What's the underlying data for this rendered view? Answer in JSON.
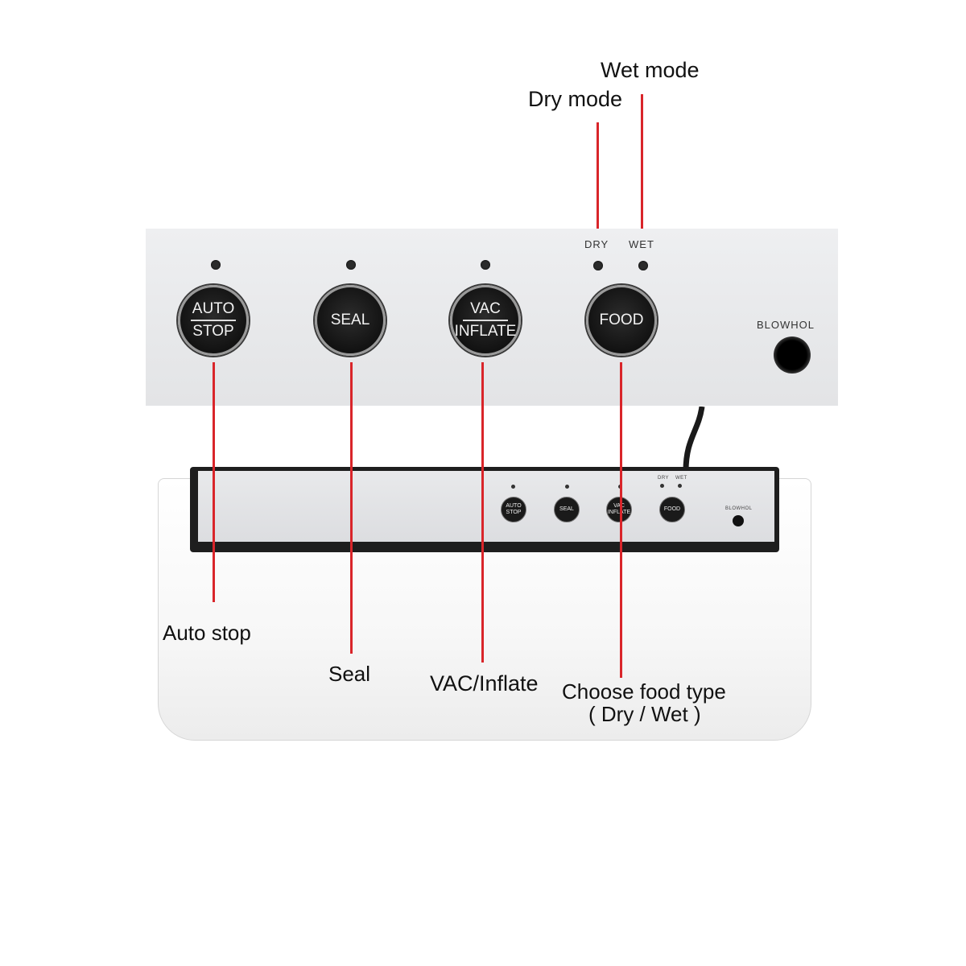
{
  "callouts": {
    "wet_mode": "Wet mode",
    "dry_mode": "Dry mode",
    "auto_stop": "Auto stop",
    "seal": "Seal",
    "vac_inflate": "VAC/Inflate",
    "choose_food_line1": "Choose food type",
    "choose_food_line2": "( Dry / Wet )"
  },
  "panel": {
    "auto_top": "AUTO",
    "auto_bottom": "STOP",
    "seal": "SEAL",
    "vac_top": "VAC",
    "vac_bottom": "INFLATE",
    "food": "FOOD",
    "dry_indicator": "DRY",
    "wet_indicator": "WET",
    "blowhole": "BLOWHOL"
  },
  "colors": {
    "leader": "#d9252a",
    "button": "#1a1a1a",
    "panel": "#e7e8ea"
  }
}
